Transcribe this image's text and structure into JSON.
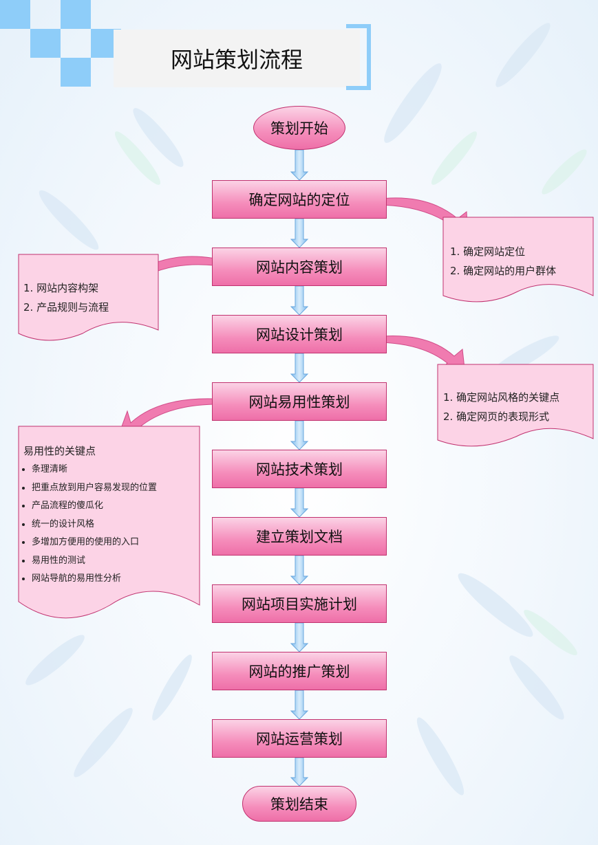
{
  "title": "网站策划流程",
  "start": "策划开始",
  "end": "策划结束",
  "steps": [
    "确定网站的定位",
    "网站内容策划",
    "网站设计策划",
    "网站易用性策划",
    "网站技术策划",
    "建立策划文档",
    "网站项目实施计划",
    "网站的推广策划",
    "网站运营策划"
  ],
  "notes": {
    "positioning": [
      "1. 确定网站定位",
      "2. 确定网站的用户群体"
    ],
    "content": [
      "1. 网站内容构架",
      "2. 产品规则与流程"
    ],
    "design": [
      "1. 确定网站风格的关键点",
      "2. 确定网页的表现形式"
    ],
    "usability": {
      "heading": "易用性的关键点",
      "items": [
        "条理清晰",
        "把重点放到用户容易发现的位置",
        "产品流程的傻瓜化",
        "统一的设计风格",
        "多增加方便用的使用的入口",
        "易用性的测试",
        "网站导航的易用性分析"
      ]
    }
  },
  "colors": {
    "box": "#f58dbb",
    "note": "#fcd3e6",
    "arrow": "#a9d3f5",
    "accent": "#8ecdf9"
  }
}
